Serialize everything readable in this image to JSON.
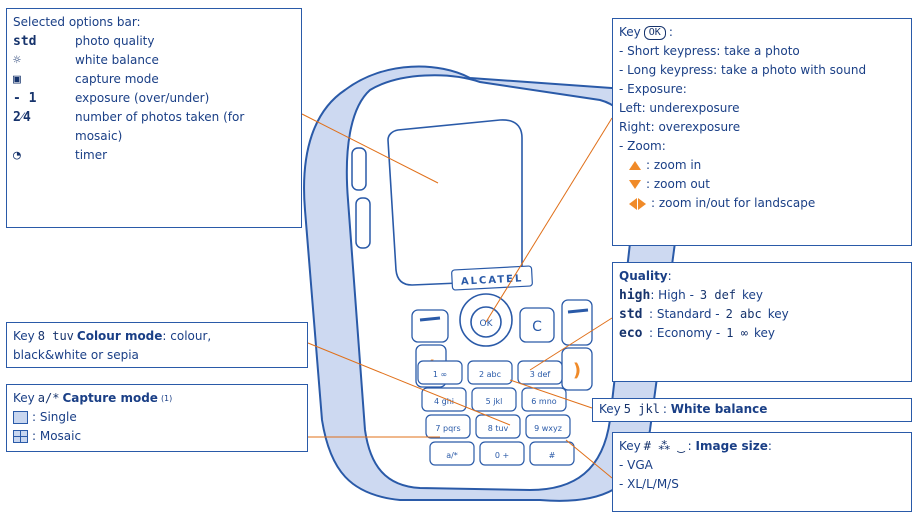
{
  "options_bar": {
    "title": "Selected options bar:",
    "items": [
      {
        "icon": "std",
        "label": "photo quality"
      },
      {
        "icon": "☼",
        "label": "white balance"
      },
      {
        "icon": "▣",
        "label": "capture mode"
      },
      {
        "icon": "- 1",
        "label": "exposure (over/under)"
      },
      {
        "icon": "2⁄4",
        "label": "number of photos taken (for"
      },
      {
        "icon": "",
        "label": "mosaic)"
      },
      {
        "icon": "◔",
        "label": "timer"
      }
    ]
  },
  "key_ok": {
    "title_pre": "Key",
    "title_key": "OK",
    "title_post": ":",
    "lines": [
      "- Short keypress: take a photo",
      "- Long keypress: take a photo with sound",
      "- Exposure:",
      "Left: underexposure",
      "Right: overexposure",
      "- Zoom:"
    ],
    "zoom_in": ": zoom in",
    "zoom_out": ": zoom out",
    "zoom_lr": ": zoom in/out for landscape"
  },
  "quality": {
    "title": "Quality",
    "colon": ":",
    "rows": [
      {
        "icon": "high",
        "text": ": High -",
        "key": "3 def",
        "suffix": "key"
      },
      {
        "icon": "std",
        "text": ": Standard -",
        "key": "2 abc",
        "suffix": "key"
      },
      {
        "icon": "eco",
        "text": ": Economy -",
        "key": "1 ∞",
        "suffix": "key"
      }
    ]
  },
  "colour_mode": {
    "pre": "Key",
    "key": "8 tuv",
    "bold": "Colour mode",
    "text1": ": colour,",
    "text2": "black&white or sepia"
  },
  "capture_mode": {
    "pre": "Key",
    "key": "a/*",
    "bold": "Capture mode",
    "sup": "(1)",
    "single": ": Single",
    "mosaic": ": Mosaic"
  },
  "white_balance": {
    "pre": "Key",
    "key": "5 jkl",
    "post": ":",
    "bold": "White balance"
  },
  "image_size": {
    "pre": "Key",
    "key": "# ⁂ ‿",
    "post": ":",
    "bold": "Image size",
    "colon": ":",
    "lines": [
      "- VGA",
      "- XL/L/M/S"
    ]
  },
  "phone": {
    "brand": "ALCATEL",
    "ok": "OK",
    "keys": [
      "1 ∞",
      "2 abc",
      "3 def",
      "4 ghi",
      "5 jkl",
      "6 mno",
      "7 pqrs",
      "8 tuv",
      "9 wxyz",
      "a/*",
      "0 +",
      "#"
    ],
    "colors": {
      "body": "#cdd9f1",
      "outline": "#2a5aa8",
      "accent": "#f08a28"
    }
  }
}
